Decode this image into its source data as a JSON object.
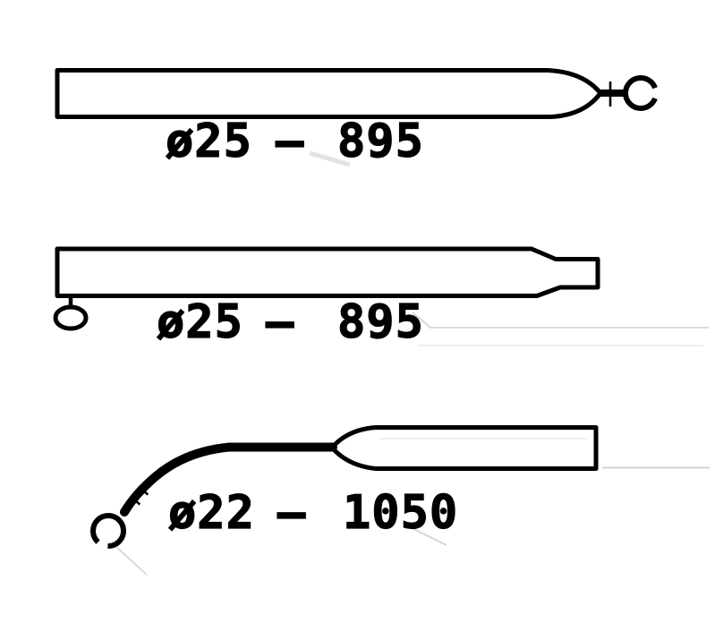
{
  "figure": {
    "background_color": "#ffffff",
    "line_color": "#000000",
    "parts": [
      {
        "id": "pole-1",
        "label": {
          "diameter": "ø25",
          "separator": "—",
          "length": "895"
        }
      },
      {
        "id": "pole-2",
        "label": {
          "diameter": "ø25",
          "separator": "—",
          "length": "895"
        }
      },
      {
        "id": "pole-3",
        "label": {
          "diameter": "ø22",
          "separator": "—",
          "length": "1050"
        }
      }
    ]
  }
}
